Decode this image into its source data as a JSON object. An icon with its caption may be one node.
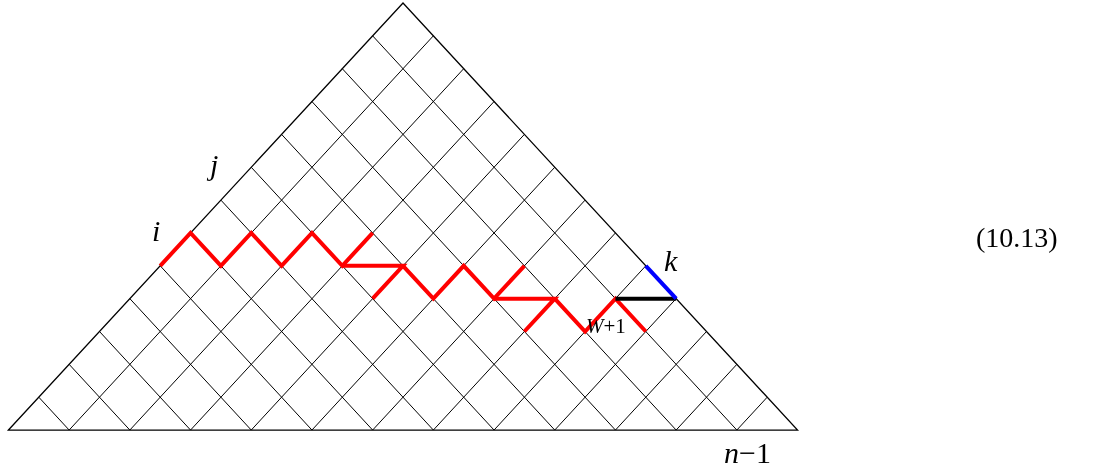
{
  "diagram": {
    "labels": [
      "j",
      "i",
      "k",
      "*W*+1",
      "*n*−1",
      "(10.13)"
    ]
  }
}
